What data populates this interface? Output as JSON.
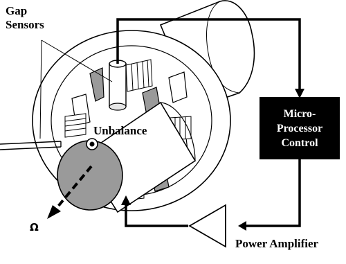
{
  "labels": {
    "gap_sensors": [
      "Gap",
      "Sensors"
    ],
    "unbalance": "Unbalance",
    "omega": "Ω",
    "power_amplifier": "Power Amplifier",
    "controller": [
      "Micro-",
      "Processor",
      "Control"
    ]
  },
  "colors": {
    "line": "#000000",
    "fill_dark": "#9a9a9a",
    "fill_light": "#e6e6e6",
    "background": "#ffffff",
    "controller_bg": "#000000",
    "controller_text": "#ffffff"
  }
}
